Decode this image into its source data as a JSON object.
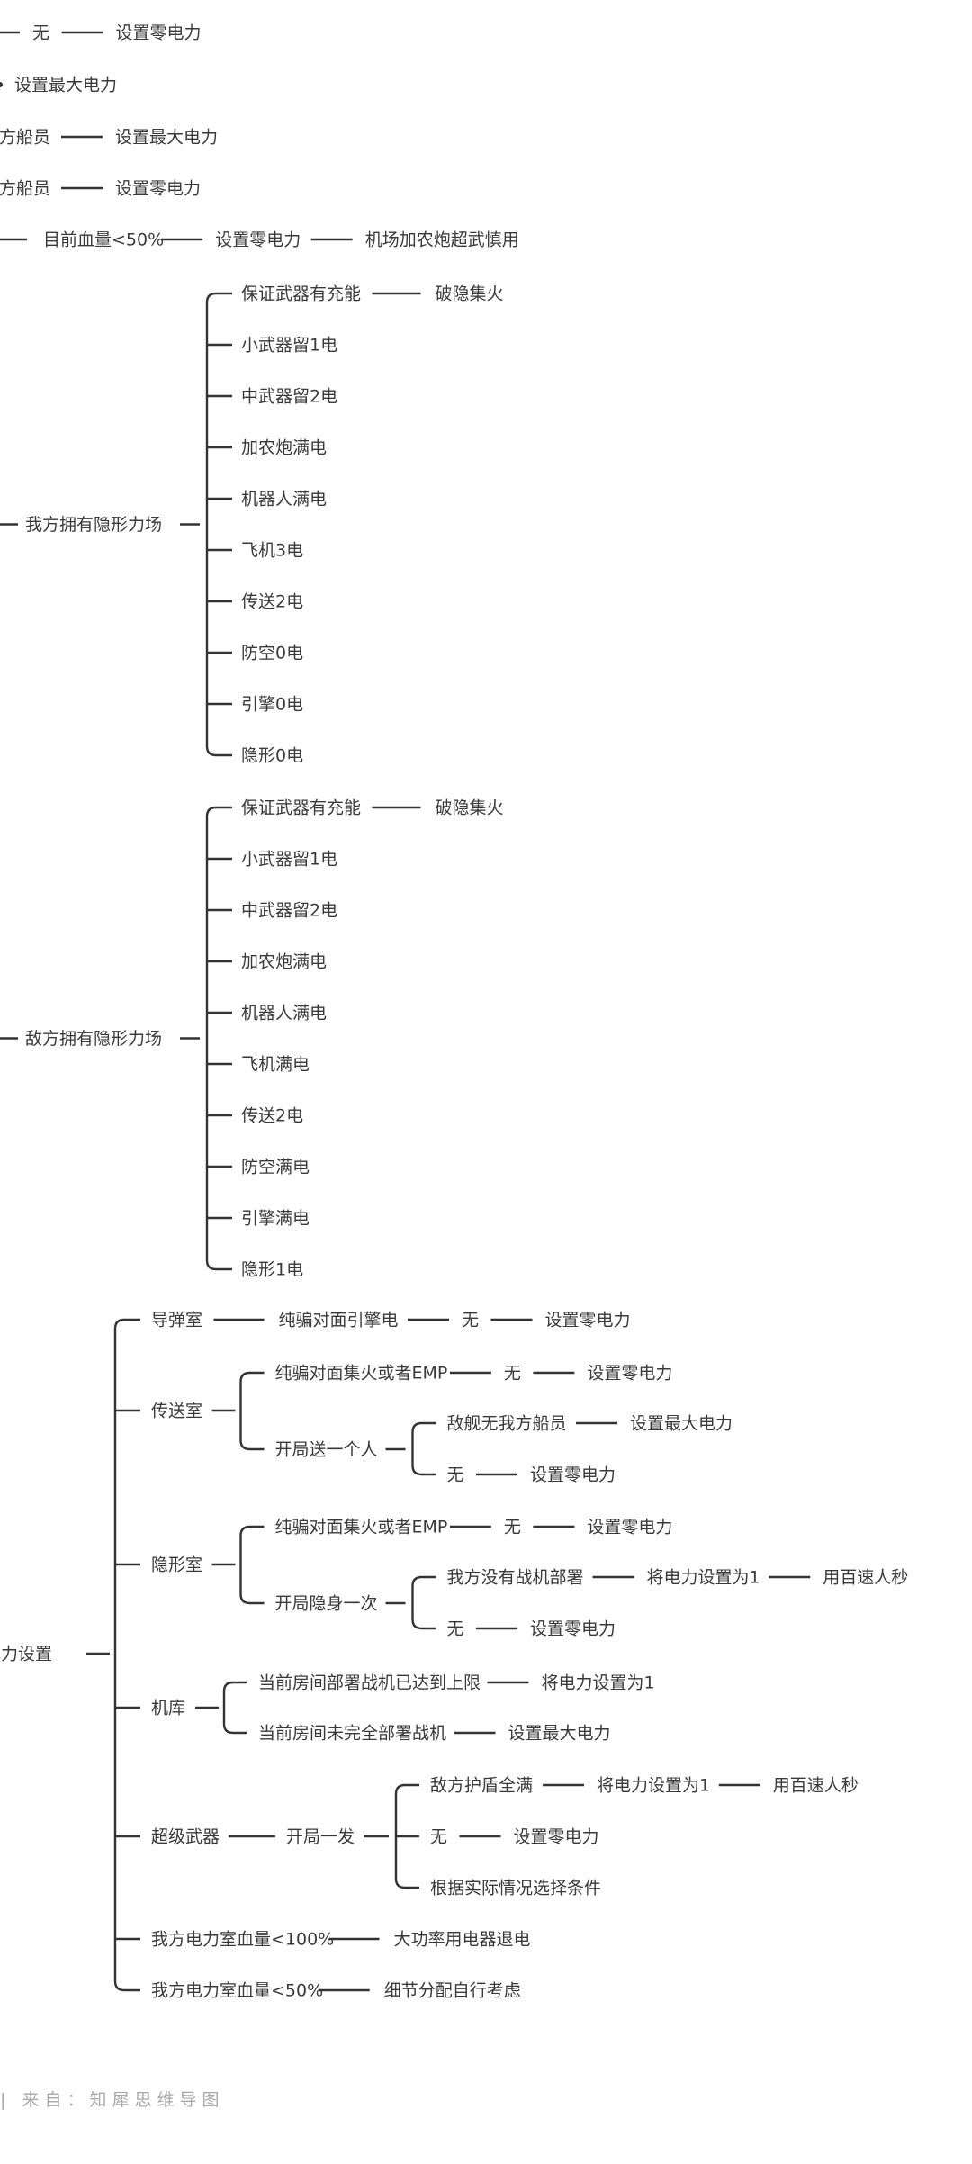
{
  "mindmap": {
    "fragments": [
      {
        "texts": [
          "无",
          "设置零电力"
        ]
      },
      {
        "texts": [
          "设置最大电力"
        ]
      },
      {
        "texts": [
          "敌方船员",
          "设置最大电力"
        ]
      },
      {
        "texts": [
          "敌方船员",
          "设置零电力"
        ]
      },
      {
        "texts": [
          "目前血量<50%",
          "设置零电力",
          "机场加农炮超武慎用"
        ]
      }
    ],
    "groups": [
      {
        "label": "我方拥有隐形力场",
        "children": [
          {
            "label": "保证武器有充能",
            "next": "破隐集火"
          },
          {
            "label": "小武器留1电"
          },
          {
            "label": "中武器留2电"
          },
          {
            "label": "加农炮满电"
          },
          {
            "label": "机器人满电"
          },
          {
            "label": "飞机3电"
          },
          {
            "label": "传送2电"
          },
          {
            "label": "防空0电"
          },
          {
            "label": "引擎0电"
          },
          {
            "label": "隐形0电"
          }
        ]
      },
      {
        "label": "敌方拥有隐形力场",
        "children": [
          {
            "label": "保证武器有充能",
            "next": "破隐集火"
          },
          {
            "label": "小武器留1电"
          },
          {
            "label": "中武器留2电"
          },
          {
            "label": "加农炮满电"
          },
          {
            "label": "机器人满电"
          },
          {
            "label": "飞机满电"
          },
          {
            "label": "传送2电"
          },
          {
            "label": "防空满电"
          },
          {
            "label": "引擎满电"
          },
          {
            "label": "隐形1电"
          }
        ]
      }
    ],
    "power": {
      "label": "电力设置",
      "rooms": [
        {
          "label": "导弹室",
          "chain": [
            "纯骗对面引擎电",
            "无",
            "设置零电力"
          ]
        },
        {
          "label": "传送室",
          "branches": [
            {
              "chain": [
                "纯骗对面集火或者EMP",
                "无",
                "设置零电力"
              ]
            },
            {
              "label": "开局送一个人",
              "branches": [
                {
                  "chain": [
                    "敌舰无我方船员",
                    "设置最大电力"
                  ]
                },
                {
                  "chain": [
                    "无",
                    "设置零电力"
                  ]
                }
              ]
            }
          ]
        },
        {
          "label": "隐形室",
          "branches": [
            {
              "chain": [
                "纯骗对面集火或者EMP",
                "无",
                "设置零电力"
              ]
            },
            {
              "label": "开局隐身一次",
              "branches": [
                {
                  "chain": [
                    "我方没有战机部署",
                    "将电力设置为1",
                    "用百速人秒"
                  ]
                },
                {
                  "chain": [
                    "无",
                    "设置零电力"
                  ]
                }
              ]
            }
          ]
        },
        {
          "label": "机库",
          "branches": [
            {
              "chain": [
                "当前房间部署战机已达到上限",
                "将电力设置为1"
              ]
            },
            {
              "chain": [
                "当前房间未完全部署战机",
                "设置最大电力"
              ]
            }
          ]
        },
        {
          "label": "超级武器",
          "branches": [
            {
              "label": "开局一发",
              "branches": [
                {
                  "chain": [
                    "敌方护盾全满",
                    "将电力设置为1",
                    "用百速人秒"
                  ]
                },
                {
                  "chain": [
                    "无",
                    "设置零电力"
                  ]
                },
                {
                  "chain": [
                    "根据实际情况选择条件"
                  ]
                }
              ]
            }
          ]
        },
        {
          "label": "我方电力室血量<100%",
          "chain": [
            "大功率用电器退电"
          ]
        },
        {
          "label": "我方电力室血量<50%",
          "chain": [
            "细节分配自行考虑"
          ]
        }
      ]
    }
  },
  "footer": {
    "text": "| 来自：知犀思维导图"
  },
  "colors": {
    "text": "#3a3a3a",
    "line": "#333333",
    "footer": "#a8a8a8",
    "background": "#ffffff"
  }
}
